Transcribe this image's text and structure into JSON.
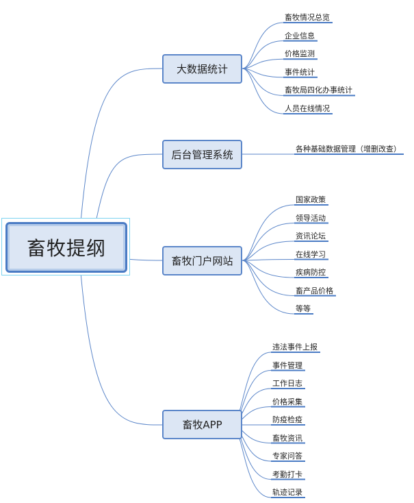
{
  "root": {
    "label": "畜牧提纲"
  },
  "branches": [
    {
      "label": "大数据统计",
      "items": [
        "畜牧情况总览",
        "企业信息",
        "价格监测",
        "事件统计",
        "畜牧局四化办事统计",
        "人员在线情况"
      ]
    },
    {
      "label": "后台管理系统",
      "items": [
        "各种基础数据管理（增删改查）"
      ]
    },
    {
      "label": "畜牧门户网站",
      "items": [
        "国家政策",
        "领导活动",
        "资讯论坛",
        "在线学习",
        "疾病防控",
        "畜产品价格",
        "等等"
      ]
    },
    {
      "label": "畜牧APP",
      "items": [
        "违法事件上报",
        "事件管理",
        "工作日志",
        "价格采集",
        "防疫检疫",
        "畜牧资讯",
        "专家问答",
        "考勤打卡",
        "轨迹记录"
      ]
    }
  ],
  "colors": {
    "line": "#5b86c9",
    "underline": "#4a7bc4",
    "node_fill": "#dce6f4",
    "root_border": "#4a7bc4"
  }
}
